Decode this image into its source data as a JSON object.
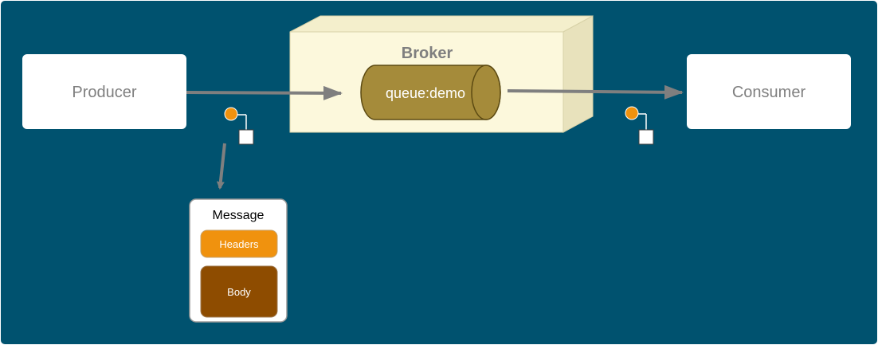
{
  "diagram": {
    "producer": {
      "label": "Producer"
    },
    "consumer": {
      "label": "Consumer"
    },
    "broker": {
      "title": "Broker",
      "queue_label": "queue:demo"
    },
    "message": {
      "title": "Message",
      "headers_label": "Headers",
      "body_label": "Body"
    }
  },
  "colors": {
    "background": "#00526f",
    "box": "#ffffff",
    "broker_front": "#fcf8dc",
    "broker_top": "#f4efcc",
    "broker_side": "#e8e2bc",
    "queue": "#a58b3a",
    "headers": "#f0920e",
    "body": "#8e4c00",
    "arrow": "#7f7f7f",
    "marker_dot": "#f0920e"
  }
}
